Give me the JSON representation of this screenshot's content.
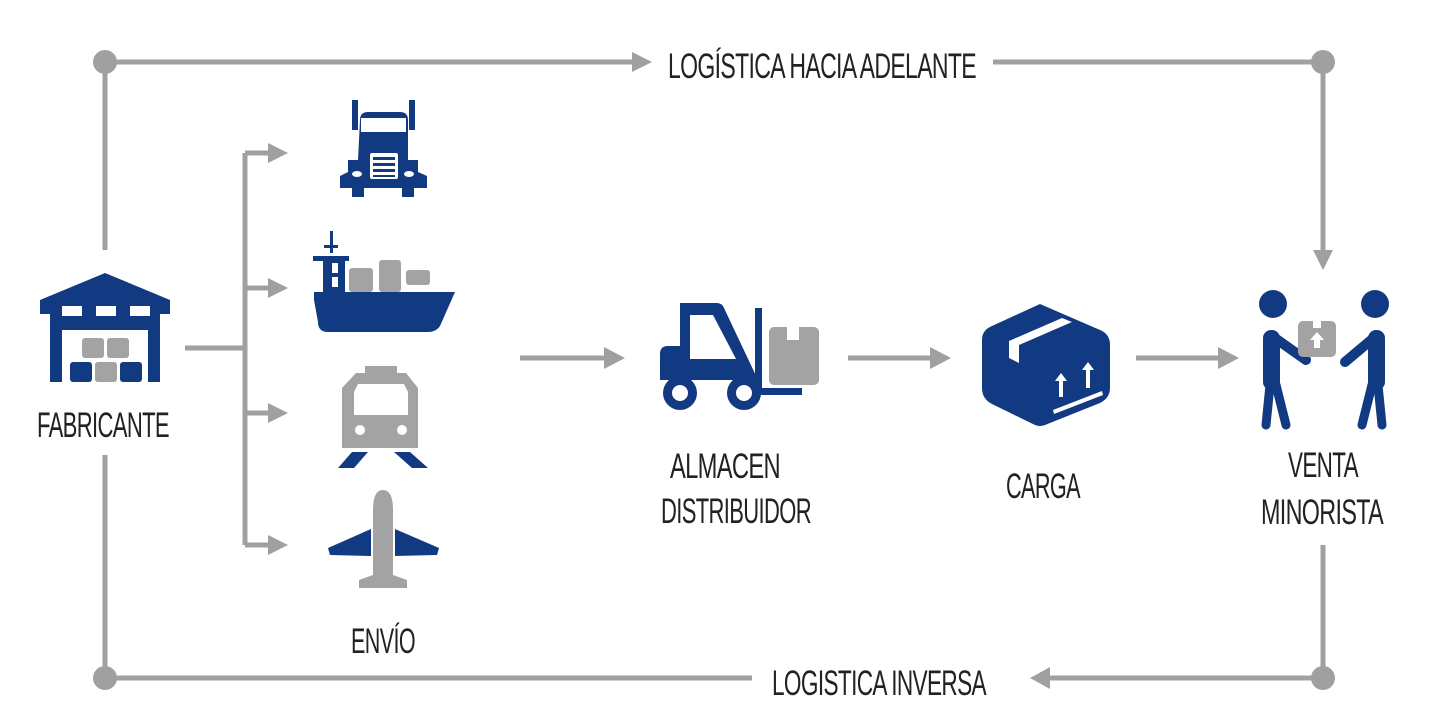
{
  "colors": {
    "primary_blue": "#123a82",
    "connector_gray": "#a0a0a0",
    "icon_gray": "#a3a3a3",
    "text": "#222222",
    "background": "#ffffff"
  },
  "flows": {
    "forward": {
      "label": "LOGÍSTICA HACIA ADELANTE",
      "direction": "left-to-right"
    },
    "reverse": {
      "label": "LOGISTICA INVERSA",
      "direction": "right-to-left"
    }
  },
  "nodes": {
    "manufacturer": {
      "label": "FABRICANTE",
      "icon": "warehouse-icon"
    },
    "shipping": {
      "label": "ENVÍO",
      "modes": [
        {
          "name": "truck",
          "icon": "truck-icon"
        },
        {
          "name": "ship",
          "icon": "cargo-ship-icon"
        },
        {
          "name": "train",
          "icon": "train-icon"
        },
        {
          "name": "plane",
          "icon": "airplane-icon"
        }
      ]
    },
    "distribution_warehouse": {
      "label_line1": "ALMACEN",
      "label_line2": "DISTRIBUIDOR",
      "icon": "forklift-icon"
    },
    "cargo": {
      "label": "CARGA",
      "icon": "package-box-icon"
    },
    "retail": {
      "label_line1": "VENTA",
      "label_line2": "MINORISTA",
      "icon": "handover-people-icon"
    }
  },
  "sequence": [
    "FABRICANTE",
    "ENVÍO",
    "ALMACEN DISTRIBUIDOR",
    "CARGA",
    "VENTA MINORISTA"
  ]
}
